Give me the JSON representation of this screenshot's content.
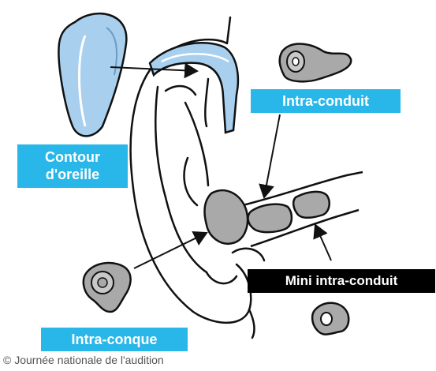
{
  "labels": {
    "contour_line1": "Contour",
    "contour_line2": "d'oreille",
    "intra_conduit": "Intra-conduit",
    "mini_intra_conduit": "Mini intra-conduit",
    "intra_conque": "Intra-conque"
  },
  "copyright": "© Journée nationale de l'audition",
  "colors": {
    "label_blue": "#29b6e8",
    "label_black": "#000000",
    "device_gray": "#a9a9a9",
    "device_blue": "#a8cfee",
    "outline": "#111111"
  }
}
